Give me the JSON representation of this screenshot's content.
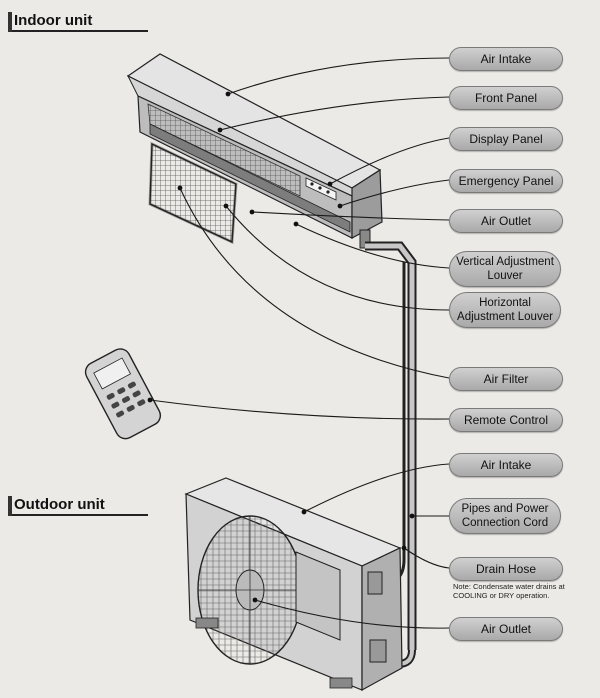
{
  "sections": {
    "indoor": "Indoor unit",
    "outdoor": "Outdoor unit"
  },
  "labels": {
    "air_intake_top": "Air Intake",
    "front_panel": "Front Panel",
    "display_panel": "Display Panel",
    "emergency_panel": "Emergency Panel",
    "air_outlet_top": "Air Outlet",
    "vertical_louver": "Vertical Adjustment Louver",
    "horizontal_louver": "Horizontal Adjustment Louver",
    "air_filter": "Air Filter",
    "remote_control": "Remote Control",
    "air_intake_bottom": "Air Intake",
    "pipes_cord": "Pipes and Power Connection Cord",
    "drain_hose": "Drain Hose",
    "air_outlet_bottom": "Air Outlet"
  },
  "note": "Note: Condensate water drains at COOLING or DRY operation.",
  "colors": {
    "background": "#eceae6",
    "pill": "#b8b8b8",
    "line": "#1a1a1a"
  }
}
